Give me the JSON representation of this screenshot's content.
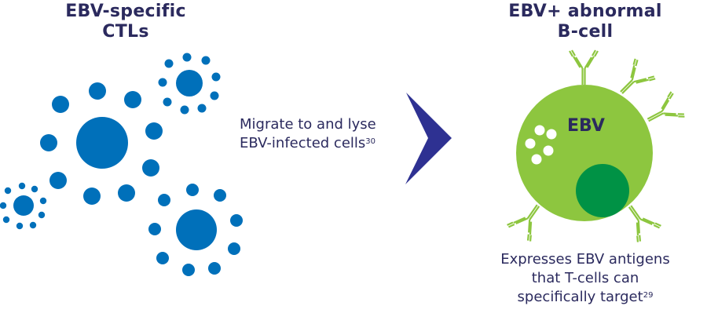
{
  "left_panel": {
    "title_line1": "EBV-specific",
    "title_line2": "CTLs",
    "icon": "ctl-cell-cluster-icon"
  },
  "middle": {
    "caption_line1": "Migrate to and lyse",
    "caption_line2": "EBV-infected cells",
    "caption_ref": "30",
    "icon": "arrow-right-icon"
  },
  "right_panel": {
    "title_line1": "EBV+ abnormal",
    "title_line2": "B-cell",
    "cell_label": "EBV",
    "caption_line1": "Expresses EBV antigens",
    "caption_line2": "that T-cells can",
    "caption_line3": "specifically target",
    "caption_ref": "29",
    "icon": "b-cell-icon"
  },
  "colors": {
    "ctl_blue": "#0070BA",
    "arrow_navy": "#2E3192",
    "cell_green": "#8DC63F",
    "nucleus_green": "#009245",
    "text_navy": "#2B2A5E"
  }
}
